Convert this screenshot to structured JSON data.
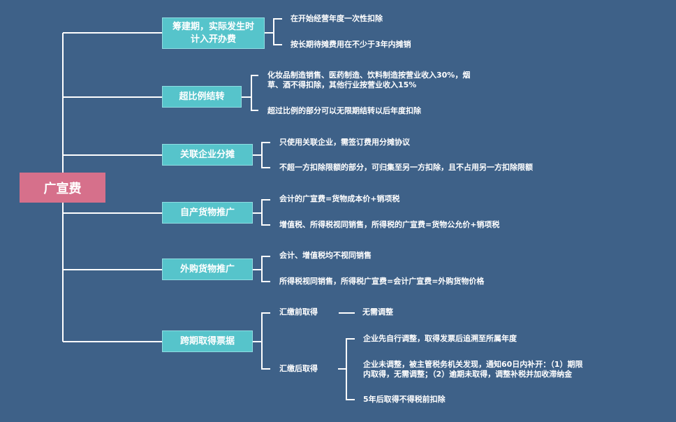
{
  "root": "广宣费",
  "branches": [
    {
      "label": "筹建期，实际发生时计入开办费",
      "items": [
        "在开始经营年度一次性扣除",
        "按长期待摊费用在不少于3年内摊销"
      ]
    },
    {
      "label": "超比例结转",
      "items": [
        "化妆品制造销售、医药制造、饮料制造按营业收入30%，烟",
        "草、酒不得扣除，其他行业按营业收入15%",
        "超过比例的部分可以无限期结转以后年度扣除"
      ]
    },
    {
      "label": "关联企业分摊",
      "items": [
        "只使用关联企业，需签订费用分摊协议",
        "不超一方扣除限额的部分，可归集至另一方扣除，且不占用另一方扣除限额"
      ]
    },
    {
      "label": "自产货物推广",
      "items": [
        "会计的广宣费=货物成本价+销项税",
        "增值税、所得税视同销售，所得税的广宣费=货物公允价+销项税"
      ]
    },
    {
      "label": "外购货物推广",
      "items": [
        "会计、增值税均不视同销售",
        "所得税视同销售，所得税广宣费=会计广宣费=外购货物价格"
      ]
    },
    {
      "label": "跨期取得票据",
      "items": [
        "汇缴前取得",
        "无需调整",
        "汇缴后取得",
        "企业先自行调整，取得发票后追溯至所属年度",
        "企业未调整，被主管税务机关发现，通知60日内补开：（1）期限",
        "内取得，无需调整；（2）逾期未取得，调整补税并加收滞纳金",
        "5年后取得不得税前扣除"
      ]
    }
  ]
}
